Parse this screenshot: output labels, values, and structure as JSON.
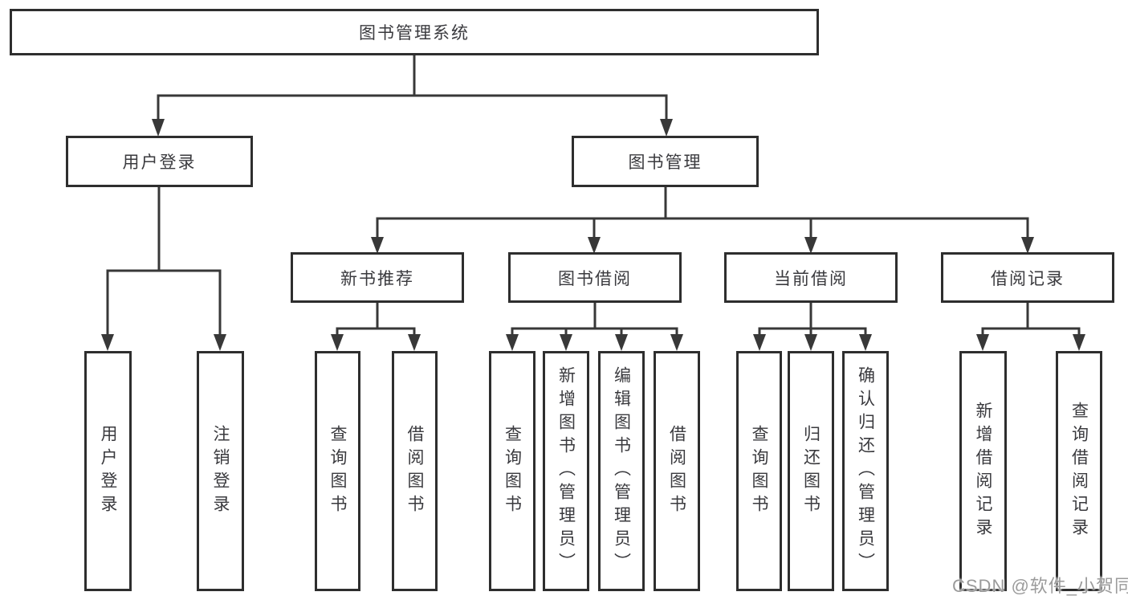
{
  "tree": {
    "root": {
      "label": "图书管理系统"
    },
    "branches": [
      {
        "label": "用户登录",
        "children": [
          "用户登录",
          "注销登录"
        ]
      },
      {
        "label": "图书管理",
        "sections": [
          {
            "label": "新书推荐",
            "children": [
              "查询图书",
              "借阅图书"
            ]
          },
          {
            "label": "图书借阅",
            "children": [
              "查询图书",
              "新增图书（管理员）",
              "编辑图书（管理员）",
              "借阅图书"
            ]
          },
          {
            "label": "当前借阅",
            "children": [
              "查询图书",
              "归还图书",
              "确认归还（管理员）"
            ]
          },
          {
            "label": "借阅记录",
            "children": [
              "新增借阅记录",
              "查询借阅记录"
            ]
          }
        ]
      }
    ]
  },
  "watermark": "CSDN @软件_小贺同学",
  "colors": {
    "line": "#383838",
    "box_border": "#2e2e2e",
    "text": "#3a3a3e",
    "watermark": "#9b9b9b",
    "background": "#ffffff"
  }
}
